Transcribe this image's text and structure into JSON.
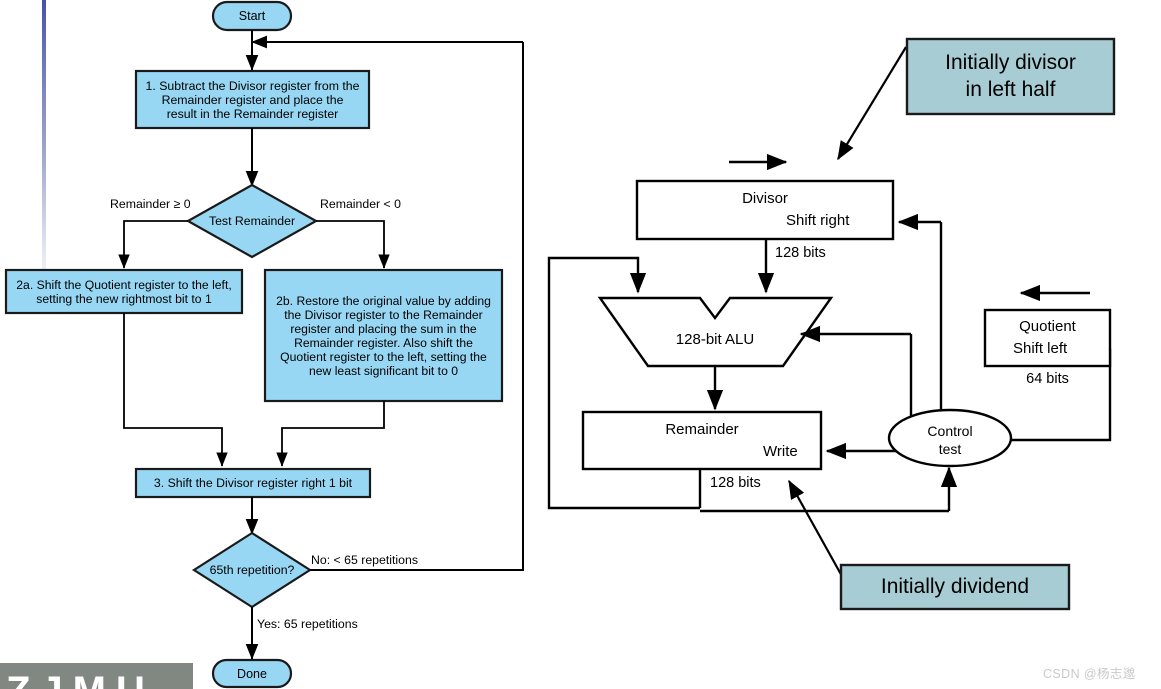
{
  "colors": {
    "flow_fill": "#97d7f3",
    "annot_fill": "#a8ccd3",
    "stroke": "#1a1a1a",
    "wire": "#000000",
    "left_bar_top": "#4a51a8",
    "watermark": "#c9c9c9",
    "gray_bar": "#808881"
  },
  "flowchart": {
    "start_label": "Start",
    "done_label": "Done",
    "step1": "1.  Subtract the Divisor register from the\nRemainder register and place the\nresult in the Remainder register",
    "test_remainder": "Test Remainder",
    "branch_left_label": "Remainder ≥ 0",
    "branch_right_label": "Remainder < 0",
    "step2a": "2a.  Shift the Quotient register to the left,\nsetting the new rightmost bit to 1",
    "step2b": "2b.  Restore the original value by adding\nthe Divisor register to the Remainder\nregister and placing the sum in the\nRemainder register. Also shift the\nQuotient register to the left, setting the\nnew least significant bit to 0",
    "step3": "3.  Shift the Divisor register right 1 bit",
    "repetition_test": "65th repetition?",
    "no_label": "No: < 65 repetitions",
    "yes_label": "Yes: 65 repetitions"
  },
  "datapath": {
    "divisor_title": "Divisor",
    "divisor_op": "Shift right",
    "divisor_bits": "128 bits",
    "alu_label": "128-bit ALU",
    "remainder_title": "Remainder",
    "remainder_op": "Write",
    "remainder_bits": "128 bits",
    "quotient_title": "Quotient",
    "quotient_op": "Shift left",
    "quotient_bits": "64 bits",
    "control_line1": "Control",
    "control_line2": "test"
  },
  "annotations": {
    "divisor_note": "Initially divisor\nin left half",
    "dividend_note": "Initially dividend"
  },
  "overlay": {
    "watermark": "CSDN @杨志邈",
    "corner_logo": "ZJMU"
  }
}
